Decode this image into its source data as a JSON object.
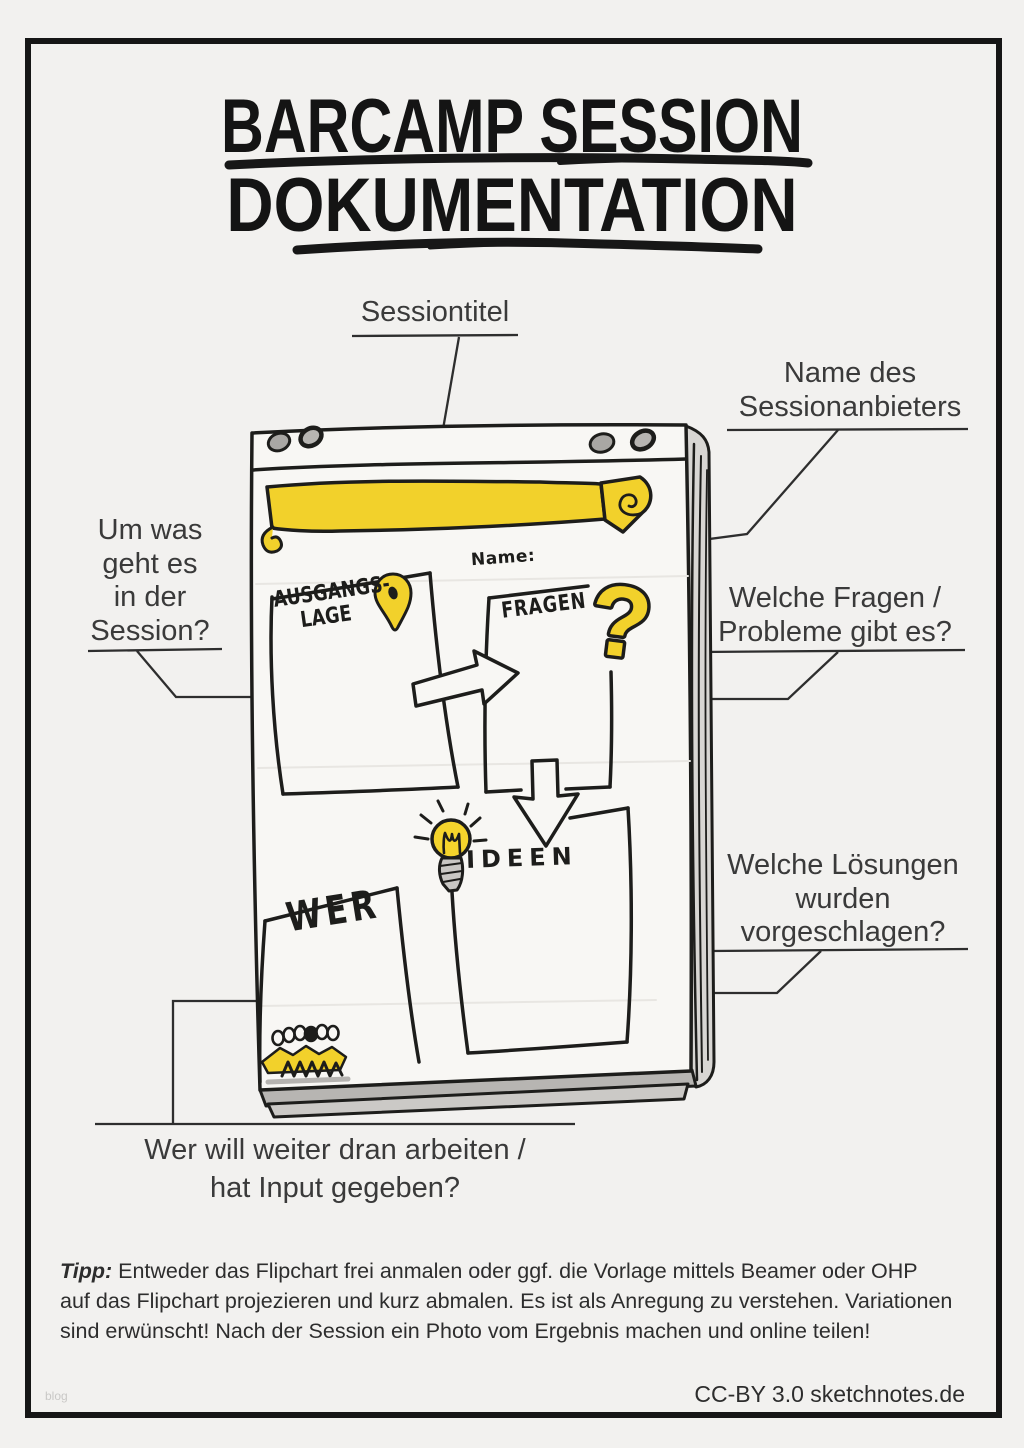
{
  "title": {
    "line1": "BARCAMP SESSION",
    "line2": "DOKUMENTATION"
  },
  "annotations": {
    "sessiontitel": "Sessiontitel",
    "anbieter": "Name des\nSessionanbieters",
    "thema": "Um was\ngeht es\nin der\nSession?",
    "fragen": "Welche Fragen /\nProbleme gibt es?",
    "loesungen": "Welche Lösungen\nwurden\nvorgeschlagen?",
    "wer": "Wer will weiter dran arbeiten /\nhat Input gegeben?"
  },
  "flipchart": {
    "name_label": "Name:",
    "ausgangslage": "AUSGANGS-\nLAGE",
    "fragen": "FRAGEN",
    "ideen": "IDEEN",
    "wer": "WER",
    "question_mark": "?",
    "icons": [
      "location-pin",
      "question-mark",
      "lightbulb",
      "arrow-right",
      "arrow-down",
      "crowd"
    ],
    "colors": {
      "highlight": "#F2D12B",
      "paper": "#F8F7F4",
      "ink": "#1D1D1B",
      "shade": "#B7B5B2"
    }
  },
  "tip": {
    "label": "Tipp:",
    "text": " Entweder das Flipchart frei anmalen oder ggf. die Vorlage mittels Beamer oder OHP\nauf das Flipchart projezieren und kurz abmalen. Es ist als Anregung zu verstehen. Variationen\nsind erwünscht! Nach der Session ein Photo vom Ergebnis machen und online teilen!"
  },
  "footer": {
    "license": "CC-BY 3.0 sketchnotes.de",
    "watermark": "blog"
  }
}
